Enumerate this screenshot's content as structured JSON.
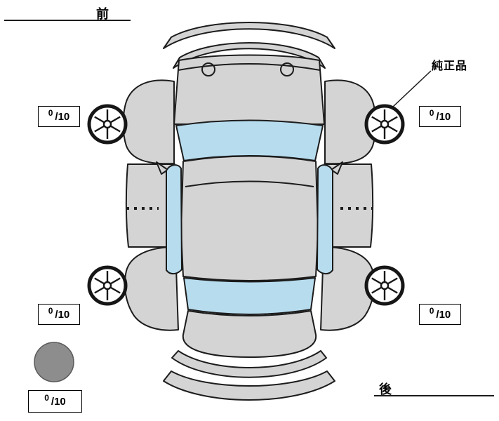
{
  "labels": {
    "front": "前",
    "rear": "後",
    "genuine_parts": "純正品"
  },
  "tires": {
    "front_left": {
      "value": "0",
      "scale": "/10"
    },
    "front_right": {
      "value": "0",
      "scale": "/10"
    },
    "rear_left": {
      "value": "0",
      "scale": "/10"
    },
    "rear_right": {
      "value": "0",
      "scale": "/10"
    },
    "spare": {
      "value": "0",
      "scale": "/10"
    }
  },
  "icons": {
    "wheel": "alloy-wheel-icon",
    "spare": "spare-tire-circle-icon"
  },
  "colors": {
    "background": "#ffffff",
    "body": "#d4d4d4",
    "glass": "#b7dcee",
    "outline": "#1c1c1c",
    "spare_tire": "#8d8d8d"
  }
}
